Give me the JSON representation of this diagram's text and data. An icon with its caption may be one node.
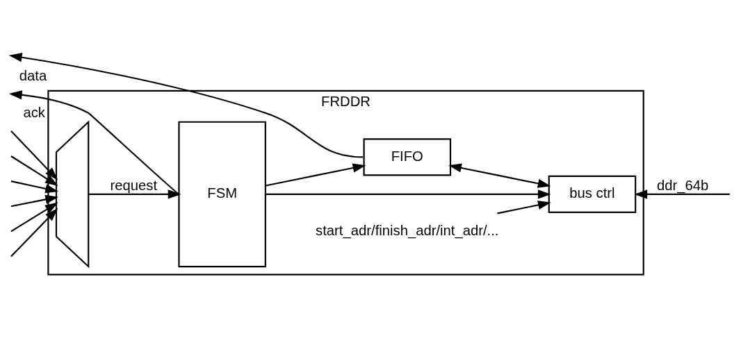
{
  "diagram": {
    "nodes": [
      {
        "text": [
          "FRDDR"
        ]
      },
      {
        "text": [],
        "shape": "trapezoid",
        "in": 0
      },
      {
        "text": [
          "FSM"
        ],
        "in": 0
      },
      {
        "text": [
          "start_adr/finish_adr/int_adr/..."
        ],
        "in": 0
      },
      {
        "text": [
          "FIFO"
        ],
        "in": 0
      },
      {
        "text": [
          "bus ctrl"
        ],
        "in": 0
      }
    ],
    "edges": [
      {
        "from": null,
        "to": 1,
        "arrow": "to"
      },
      {
        "from": null,
        "to": 1,
        "arrow": "to"
      },
      {
        "from": null,
        "to": 1,
        "arrow": "to"
      },
      {
        "from": null,
        "to": 1,
        "arrow": "to"
      },
      {
        "from": null,
        "to": 1,
        "arrow": "to"
      },
      {
        "from": null,
        "to": 1,
        "arrow": "to"
      },
      {
        "from": 1,
        "to": 2,
        "arrow": "to",
        "label": "request"
      },
      {
        "from": 2,
        "to": null,
        "arrow": "to",
        "label": "ack"
      },
      {
        "from": 2,
        "to": 4,
        "arrow": "to"
      },
      {
        "from": 2,
        "to": 5,
        "arrow": "to"
      },
      {
        "from": 3,
        "to": 5,
        "arrow": "to"
      },
      {
        "from": 4,
        "to": 5,
        "arrow": "both"
      },
      {
        "from": 4,
        "to": null,
        "arrow": "to",
        "label": "data"
      },
      {
        "from": null,
        "to": 5,
        "arrow": "to",
        "label": "ddr_64b"
      }
    ]
  }
}
